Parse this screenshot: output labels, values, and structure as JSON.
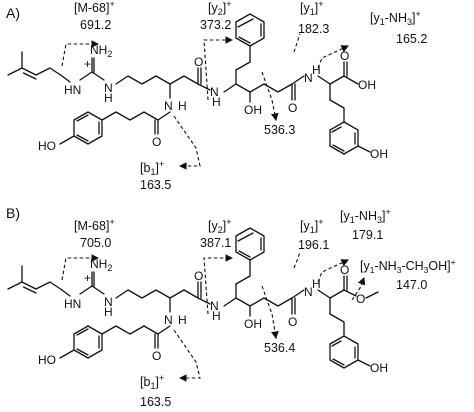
{
  "panels": [
    {
      "label": "A)",
      "fragments": {
        "m68": {
          "ion": "[M-68]",
          "charge": "+",
          "mz": "691.2"
        },
        "y2": {
          "ion": "[y",
          "sub": "2",
          "close": "]",
          "charge": "+",
          "mz": "373.2"
        },
        "y1": {
          "ion": "[y",
          "sub": "1",
          "close": "]",
          "charge": "+",
          "mz": "182.3"
        },
        "y1nh3": {
          "ion": "[y",
          "sub": "1",
          "rest": "-NH",
          "sub2": "3",
          "close": "]",
          "charge": "+",
          "mz": "165.2"
        },
        "b1": {
          "ion": "[b",
          "sub": "1",
          "close": "]",
          "charge": "+",
          "mz": "163.5"
        },
        "internal": {
          "mz": "536.3"
        }
      },
      "atoms": {
        "nh2": "NH",
        "nh2_sub": "2",
        "hn": "HN",
        "n": "N",
        "h": "H",
        "o": "O",
        "oh": "OH",
        "ho": "HO",
        "plus": "+"
      }
    },
    {
      "label": "B)",
      "fragments": {
        "m68": {
          "ion": "[M-68]",
          "charge": "+",
          "mz": "705.0"
        },
        "y2": {
          "ion": "[y",
          "sub": "2",
          "close": "]",
          "charge": "+",
          "mz": "387.1"
        },
        "y1": {
          "ion": "[y",
          "sub": "1",
          "close": "]",
          "charge": "+",
          "mz": "196.1"
        },
        "y1nh3": {
          "ion": "[y",
          "sub": "1",
          "rest": "-NH",
          "sub2": "3",
          "close": "]",
          "charge": "+",
          "mz": "179.1"
        },
        "y1nh3ch3oh": {
          "ion": "[y",
          "sub": "1",
          "rest": "-NH",
          "sub2": "3",
          "rest2": "-CH",
          "sub3": "3",
          "rest3": "OH]",
          "charge": "+",
          "mz": "147.0"
        },
        "b1": {
          "ion": "[b",
          "sub": "1",
          "close": "]",
          "charge": "+",
          "mz": "163.5"
        },
        "internal": {
          "mz": "536.4"
        }
      },
      "atoms": {
        "nh2": "NH",
        "nh2_sub": "2",
        "hn": "HN",
        "n": "N",
        "h": "H",
        "o": "O",
        "oh": "OH",
        "ho": "HO",
        "plus": "+"
      }
    }
  ]
}
